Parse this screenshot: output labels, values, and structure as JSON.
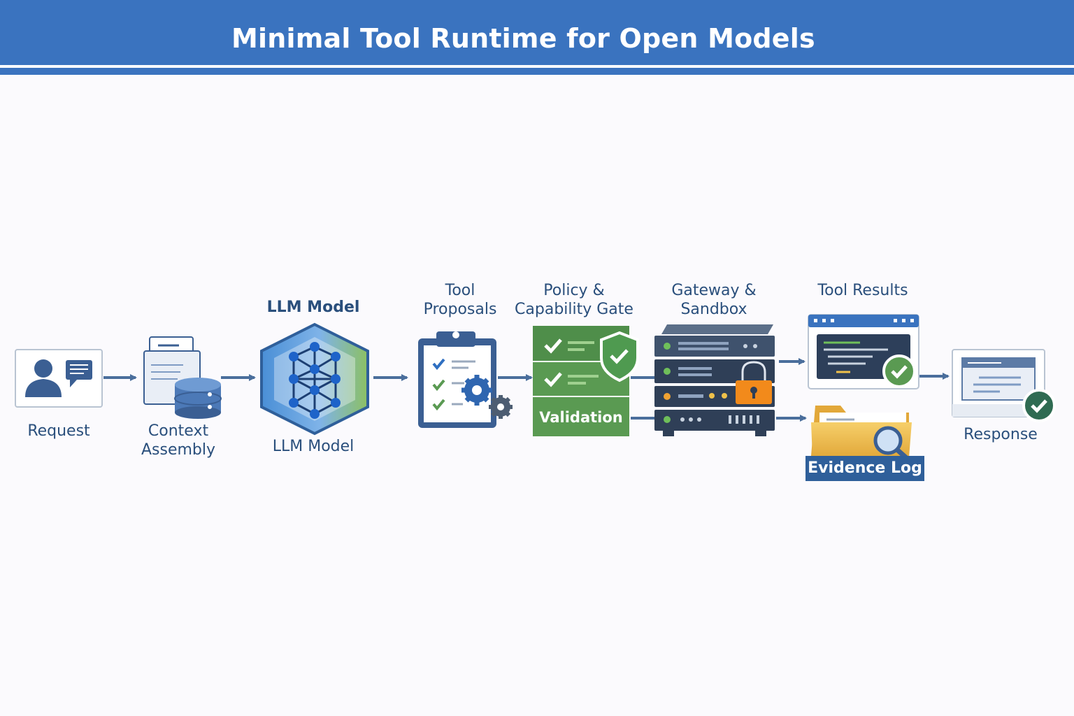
{
  "header": {
    "title": "Minimal Tool Runtime for Open Models"
  },
  "colors": {
    "header_blue": "#3a73bf",
    "text_navy": "#2a4f7c",
    "validation_green": "#5a9a52",
    "shield_green": "#4f9a50",
    "lock_orange": "#f28a1b",
    "folder_yellow": "#f2bf4f",
    "response_check": "#2f6b52"
  },
  "flow": {
    "nodes": [
      {
        "id": "request",
        "label": "Request",
        "icon": "user-message-icon"
      },
      {
        "id": "context",
        "label_line1": "Context",
        "label_line2": "Assembly",
        "icon": "documents-database-icon"
      },
      {
        "id": "llm",
        "label_top": "LLM Model",
        "label_bottom": "LLM Model",
        "icon": "neural-network-hexagon-icon"
      },
      {
        "id": "proposals",
        "label_line1": "Tool",
        "label_line2": "Proposals",
        "icon": "clipboard-gears-icon"
      },
      {
        "id": "policy",
        "label_line1": "Policy &",
        "label_line2": "Capability Gate",
        "inner_label": "Validation",
        "icon": "shield-check-icon"
      },
      {
        "id": "gateway",
        "label_line1": "Gateway &",
        "label_line2": "Sandbox",
        "icon": "server-rack-lock-icon"
      },
      {
        "id": "results",
        "label": "Tool Results",
        "icon": "browser-check-icon"
      },
      {
        "id": "evidence",
        "label": "Evidence Log",
        "icon": "folder-magnifier-icon"
      },
      {
        "id": "response",
        "label": "Response",
        "icon": "document-check-icon"
      }
    ]
  }
}
